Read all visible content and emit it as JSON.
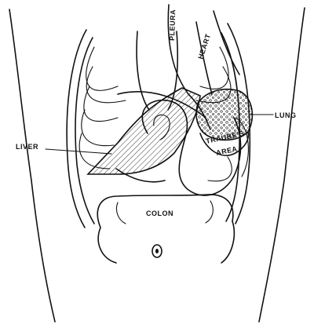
{
  "labels": {
    "pleura": "PLEURA",
    "heart": "HEART",
    "lung": "LUNG",
    "liver": "LIVER",
    "traube_line1": "TRAUBE'S",
    "traube_line2": "AREA",
    "colon": "COLON"
  }
}
